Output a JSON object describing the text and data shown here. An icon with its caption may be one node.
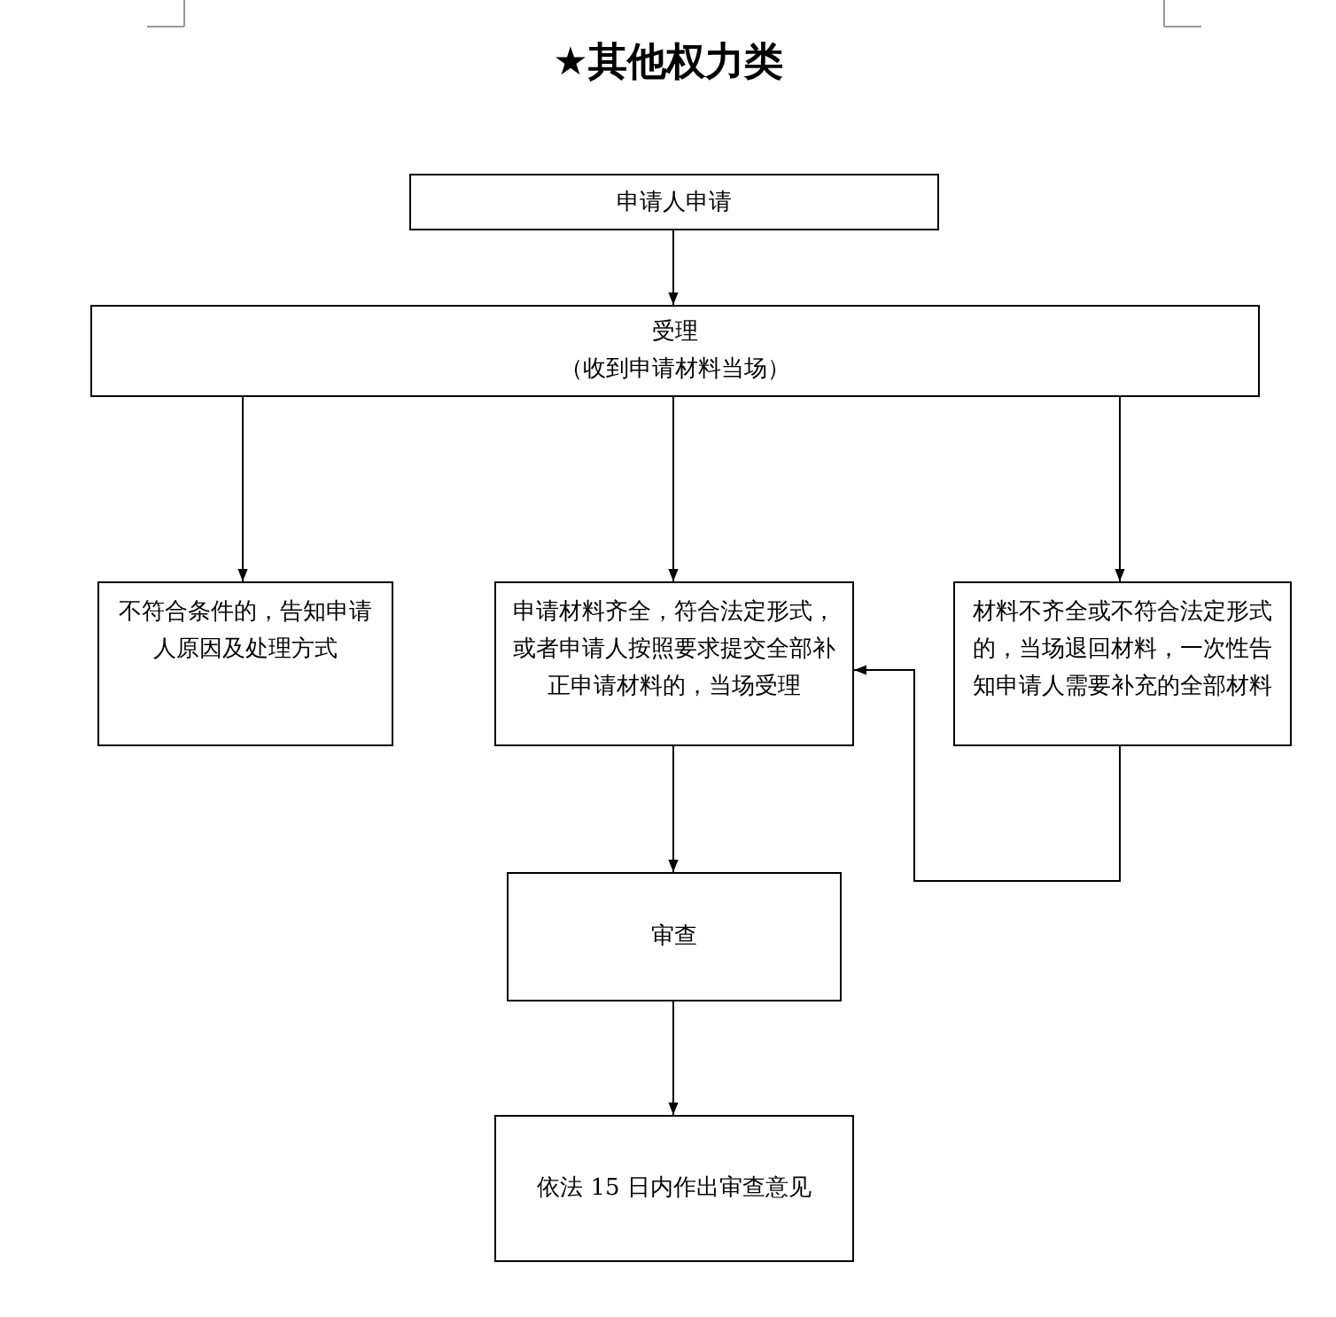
{
  "diagram": {
    "title": "★其他权力类",
    "nodes": [
      {
        "text": [
          "申请人申请"
        ]
      },
      {
        "text": [
          "受理",
          "（收到申请材料当场）"
        ]
      },
      {
        "text": [
          "不符合条件的，告知申请人原因及处理方式"
        ]
      },
      {
        "text": [
          "申请材料齐全，符合法定形式，或者申请人按照要求提交全部补正申请材料的，当场受理"
        ]
      },
      {
        "text": [
          "材料不齐全或不符合法定形式的，当场退回材料，一次性告知申请人需要补充的全部材料"
        ]
      },
      {
        "text": [
          "审查"
        ]
      },
      {
        "text": [
          "依法 15 日内作出审查意见"
        ]
      }
    ],
    "edges": [
      {
        "from": 0,
        "to": 1,
        "arrow": "to"
      },
      {
        "from": 1,
        "to": 2,
        "arrow": "to"
      },
      {
        "from": 1,
        "to": 3,
        "arrow": "to"
      },
      {
        "from": 1,
        "to": 4,
        "arrow": "to"
      },
      {
        "from": 3,
        "to": 5,
        "arrow": "to"
      },
      {
        "from": 4,
        "to": 3,
        "arrow": "to"
      },
      {
        "from": 5,
        "to": 6,
        "arrow": "to"
      }
    ]
  }
}
